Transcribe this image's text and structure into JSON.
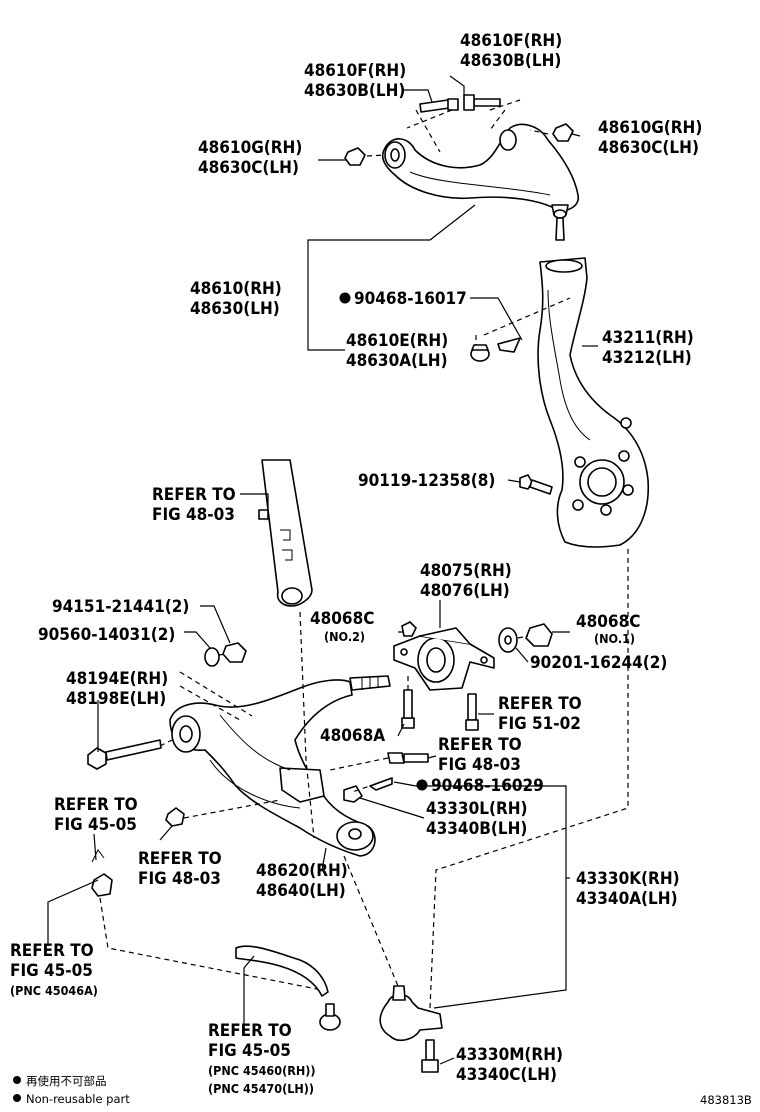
{
  "labels": {
    "upper_bolt_rh": "48610F(RH)",
    "upper_bolt_lh": "48630B(LH)",
    "upper_bolt2_rh": "48610F(RH)",
    "upper_bolt2_lh": "48630B(LH)",
    "nut_left_rh": "48610G(RH)",
    "nut_left_lh": "48630C(LH)",
    "nut_right_rh": "48610G(RH)",
    "nut_right_lh": "48630C(LH)",
    "upper_arm_rh": "48610(RH)",
    "upper_arm_lh": "48630(LH)",
    "pin_upper": "90468-16017",
    "grommet_rh": "48610E(RH)",
    "grommet_lh": "48630A(LH)",
    "knuckle_rh": "43211(RH)",
    "knuckle_lh": "43212(LH)",
    "knuckle_bolt": "90119-12358(8)",
    "refer_48_03_a_1": "REFER TO",
    "refer_48_03_a_2": "FIG 48-03",
    "bushing_rh": "48075(RH)",
    "bushing_lh": "48076(LH)",
    "nut_48068c_no2": "48068C",
    "no2": "(NO.2)",
    "nut_48068c_no1": "48068C",
    "no1": "(NO.1)",
    "washer_90201": "90201-16244(2)",
    "nut_94151": "94151-21441(2)",
    "washer_90560": "90560-14031(2)",
    "lower_bolt_rh": "48194E(RH)",
    "lower_bolt_lh": "48198E(LH)",
    "bolt_48068a": "48068A",
    "refer_51_02_1": "REFER TO",
    "refer_51_02_2": "FIG 51-02",
    "refer_48_03_b_1": "REFER TO",
    "refer_48_03_b_2": "FIG 48-03",
    "pin_lower": "90468-16029",
    "cover_rh": "43330L(RH)",
    "cover_lh": "43340B(LH)",
    "refer_45_05_a_1": "REFER TO",
    "refer_45_05_a_2": "FIG 45-05",
    "refer_48_03_c_1": "REFER TO",
    "refer_48_03_c_2": "FIG 48-03",
    "lower_arm_rh": "48620(RH)",
    "lower_arm_lh": "48640(LH)",
    "balljoint_rh": "43330K(RH)",
    "balljoint_lh": "43340A(LH)",
    "refer_45_05_b_1": "REFER TO",
    "refer_45_05_b_2": "FIG 45-05",
    "refer_45_05_b_3": "(PNC 45046A)",
    "refer_45_05_c_1": "REFER TO",
    "refer_45_05_c_2": "FIG 45-05",
    "refer_45_05_c_3": "(PNC 45460(RH))",
    "refer_45_05_c_4": "(PNC 45470(LH))",
    "lower_bj_bolt_rh": "43330M(RH)",
    "lower_bj_bolt_lh": "43340C(LH)"
  },
  "legend": {
    "cn": "再使用不可部品",
    "en": "Non-reusable part"
  },
  "diagram_id": "483813B"
}
